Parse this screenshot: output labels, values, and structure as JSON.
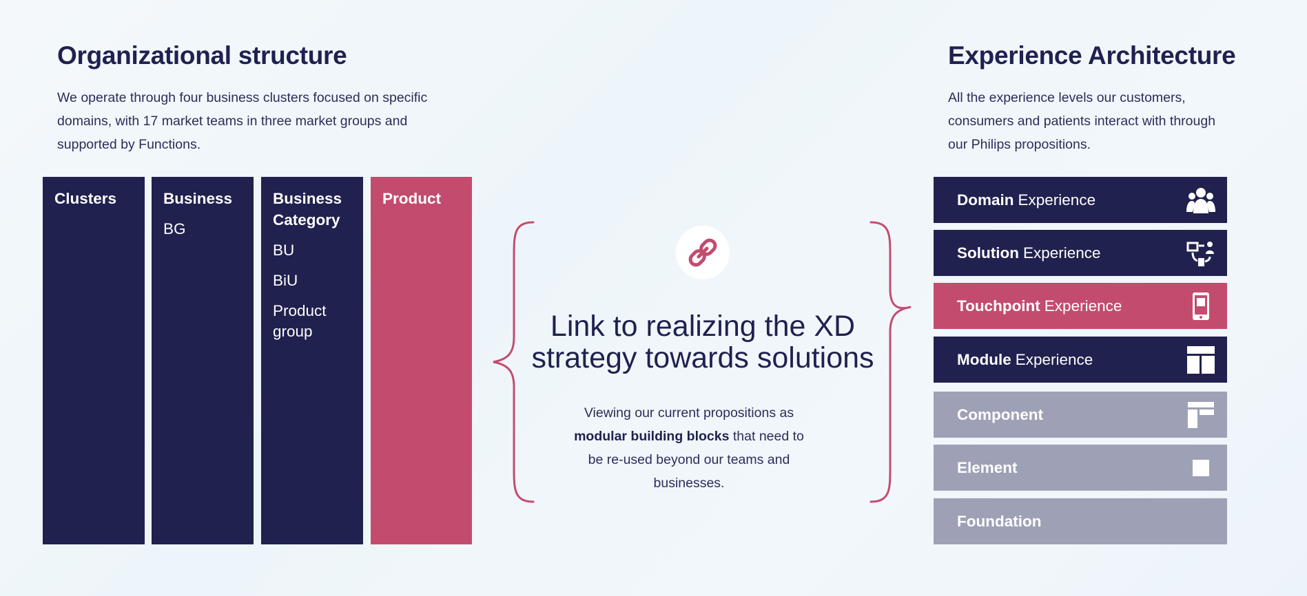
{
  "left": {
    "title": "Organizational structure",
    "intro": "We operate through four business clusters focused on specific domains, with 17 market teams in three market groups and supported by Functions.",
    "columns": [
      {
        "heading": "Clusters",
        "items": []
      },
      {
        "heading": "Business",
        "items": [
          "BG"
        ]
      },
      {
        "heading": "Business Category",
        "items": [
          "BU",
          "BiU",
          "Product group"
        ]
      },
      {
        "heading": "Product",
        "items": []
      }
    ]
  },
  "center": {
    "icon": "link-icon",
    "title": "Link to realizing the XD strategy towards solutions",
    "text_before": "Viewing our current propositions as",
    "text_bold": "modular building blocks",
    "text_after": "that need to be re-used beyond our teams and businesses."
  },
  "right": {
    "title": "Experience Architecture",
    "intro": "All the experience levels our customers, consumers and patients interact with through our Philips propositions.",
    "levels": [
      {
        "bold": "Domain",
        "rest": "Experience",
        "icon": "people-group-icon",
        "style": "dark"
      },
      {
        "bold": "Solution",
        "rest": "Experience",
        "icon": "solution-devices-icon",
        "style": "dark"
      },
      {
        "bold": "Touchpoint",
        "rest": "Experience",
        "icon": "mobile-device-icon",
        "style": "pink"
      },
      {
        "bold": "Module",
        "rest": "Experience",
        "icon": "module-layout-icon",
        "style": "dark"
      },
      {
        "bold": "Component",
        "rest": "",
        "icon": "component-layout-icon",
        "style": "grey"
      },
      {
        "bold": "Element",
        "rest": "",
        "icon": "element-square-icon",
        "style": "grey"
      },
      {
        "bold": "Foundation",
        "rest": "",
        "icon": "",
        "style": "grey"
      }
    ]
  },
  "colors": {
    "navy": "#20214e",
    "pink": "#c34c6e",
    "grey": "#9ea1b6",
    "background": "#f2f7fb"
  }
}
